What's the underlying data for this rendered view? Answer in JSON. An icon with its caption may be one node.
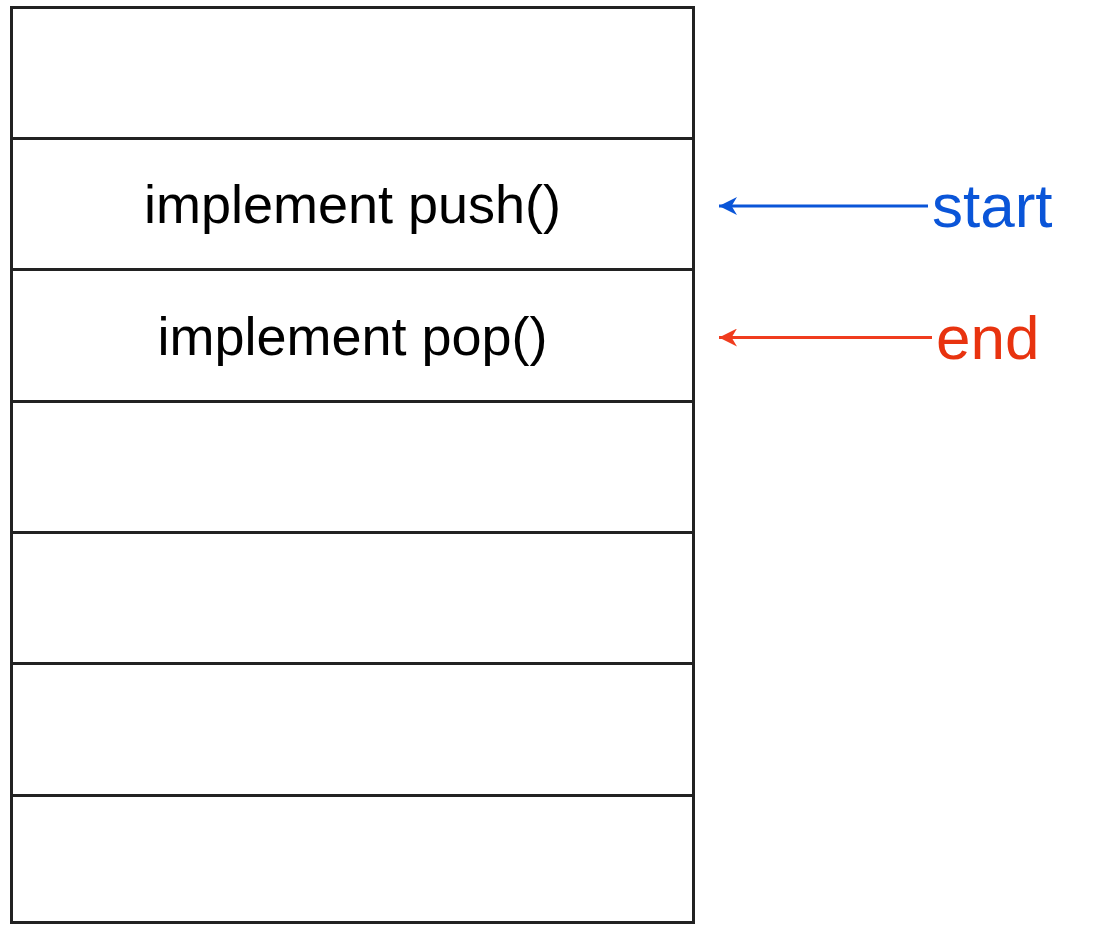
{
  "diagram": {
    "nodes": [
      {
        "text": [],
        "shape": "box"
      },
      {
        "text": [
          "implement push()"
        ]
      },
      {
        "text": [
          "implement pop()"
        ]
      },
      {
        "text": [],
        "shape": "box"
      },
      {
        "text": [],
        "shape": "box"
      },
      {
        "text": [],
        "shape": "box"
      },
      {
        "text": [],
        "shape": "box"
      },
      {
        "text": [
          "start"
        ]
      },
      {
        "text": [
          "end"
        ]
      }
    ],
    "edges": [
      {
        "from": 7,
        "to": 1,
        "arrow": "to",
        "color": "#0a55d8"
      },
      {
        "from": 8,
        "to": 2,
        "arrow": "to",
        "color": "#f03c1e"
      }
    ]
  }
}
